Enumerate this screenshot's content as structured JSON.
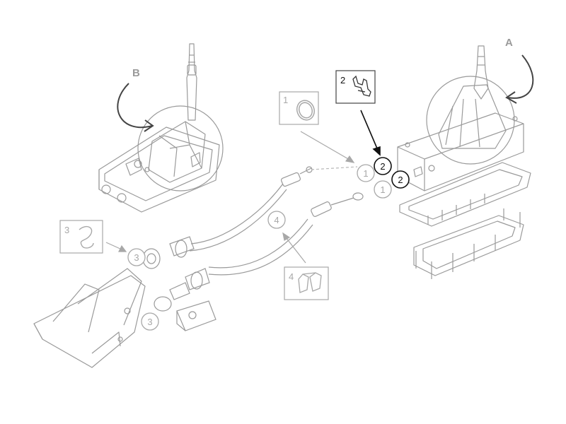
{
  "diagram": {
    "views": [
      {
        "id": "B",
        "label": "B"
      },
      {
        "id": "A",
        "label": "A"
      }
    ],
    "legend_boxes": [
      {
        "number": "1",
        "part": "o-ring",
        "style": "grey"
      },
      {
        "number": "2",
        "part": "retaining-clip",
        "style": "dark"
      },
      {
        "number": "3",
        "part": "spring-clip",
        "style": "grey"
      },
      {
        "number": "4",
        "part": "cable-clamp",
        "style": "grey"
      }
    ],
    "callouts": [
      {
        "number": "1",
        "style": "grey"
      },
      {
        "number": "1",
        "style": "grey"
      },
      {
        "number": "2",
        "style": "dark"
      },
      {
        "number": "2",
        "style": "dark"
      },
      {
        "number": "3",
        "style": "grey"
      },
      {
        "number": "3",
        "style": "grey"
      },
      {
        "number": "4",
        "style": "grey"
      }
    ],
    "colors": {
      "line_art": "#9a9a9a",
      "callout_grey": "#a8a8a8",
      "callout_dark": "#111111",
      "background": "#ffffff"
    }
  }
}
